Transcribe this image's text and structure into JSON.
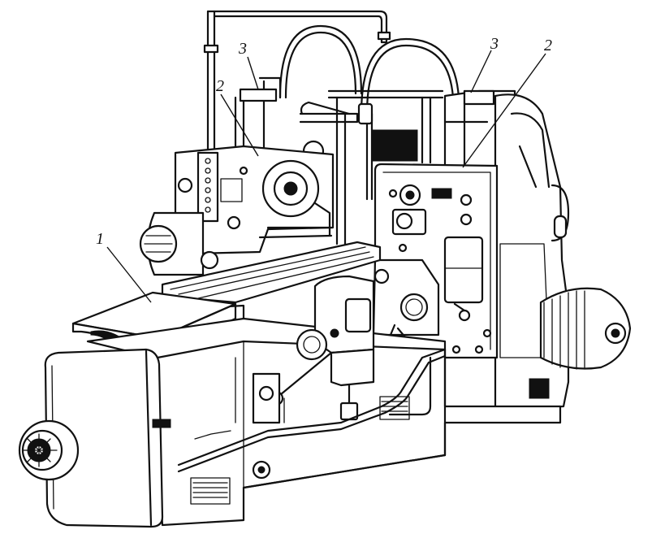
{
  "figure": {
    "callouts": [
      {
        "id": "table",
        "label": "1"
      },
      {
        "id": "left-head-2",
        "label": "2"
      },
      {
        "id": "left-column-3",
        "label": "3"
      },
      {
        "id": "right-column-3",
        "label": "3"
      },
      {
        "id": "right-head-2",
        "label": "2"
      }
    ]
  }
}
